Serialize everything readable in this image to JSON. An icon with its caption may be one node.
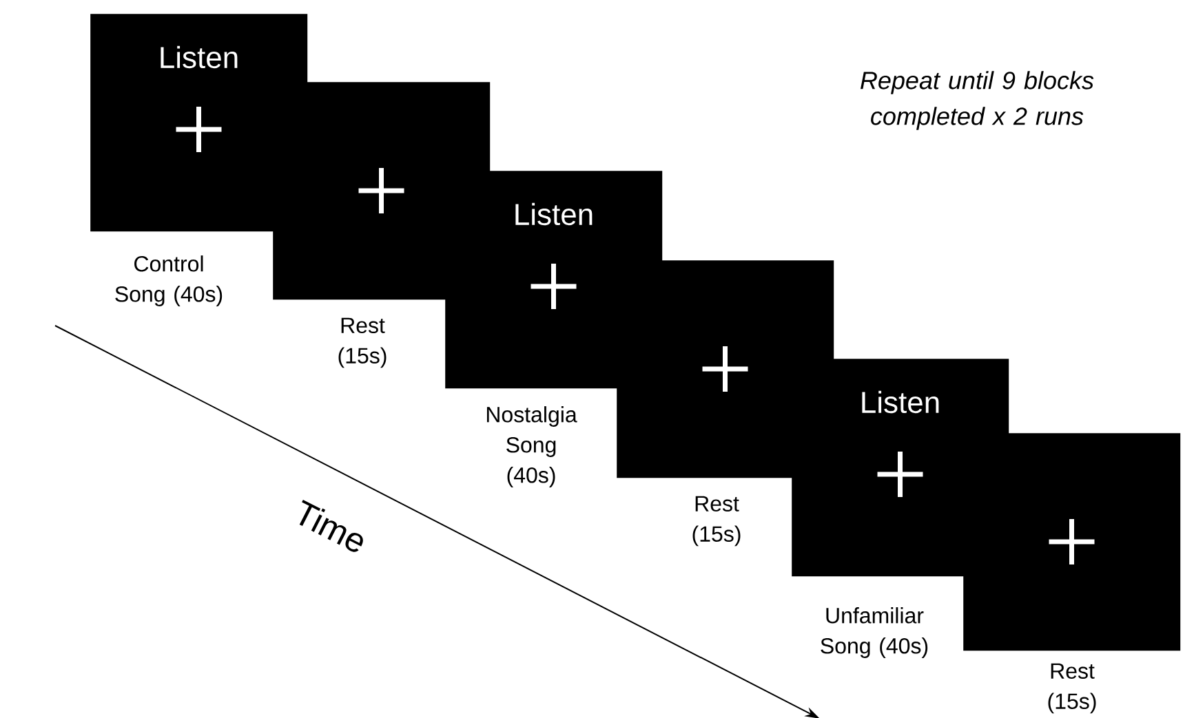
{
  "diagram": {
    "nodes": [
      {
        "text": [
          "Listen"
        ],
        "beside": [
          "Control Song (40s)"
        ]
      },
      {
        "text": [],
        "shape": "box",
        "beside": [
          "Rest (15s)"
        ]
      },
      {
        "text": [
          "Listen"
        ],
        "beside": [
          "Nostalgia Song (40s)"
        ]
      },
      {
        "text": [],
        "shape": "box",
        "beside": [
          "Rest (15s)"
        ]
      },
      {
        "text": [
          "Listen"
        ],
        "beside": [
          "Unfamiliar Song (40s)"
        ]
      },
      {
        "text": [],
        "shape": "box",
        "beside": [
          "Rest (15s)"
        ]
      }
    ],
    "labels": [
      "Repeat until 9 blocks completed x 2 runs",
      "Time"
    ]
  }
}
